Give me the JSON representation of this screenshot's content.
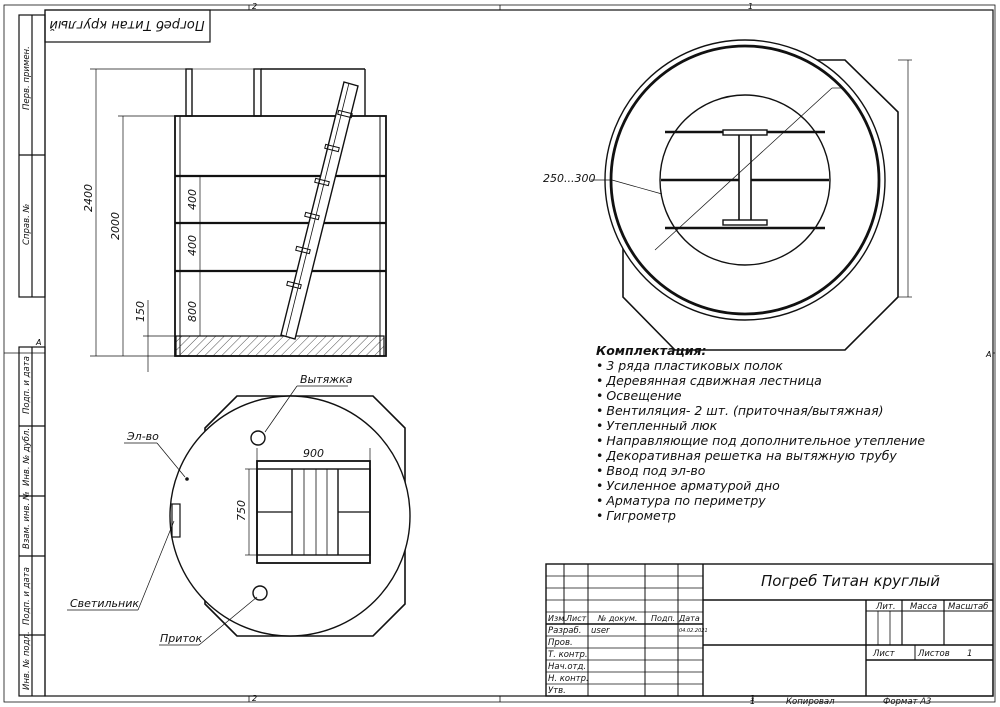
{
  "drawing": {
    "title": "Погреб Титан круглый",
    "mirrored_title": "Погреб Титан круглый"
  },
  "border": {
    "top_zones": [
      "2",
      "1"
    ],
    "bottom_zones": [
      "2",
      "1"
    ],
    "side_zone": "A"
  },
  "left_strip": [
    "Перв. примен.",
    "Справ. №",
    "Подп. и дата",
    "Инв. № дубл.",
    "Взам. инв. №",
    "Подп. и дата",
    "Инв. № подл."
  ],
  "section_view": {
    "dimensions": {
      "overall": "2400",
      "height": "2000",
      "shelf_gap_1": "400",
      "shelf_gap_2": "400",
      "bottom_gap": "800",
      "base": "150"
    }
  },
  "top_view": {
    "wall_gap": "250...300"
  },
  "plan_view": {
    "labels": {
      "exhaust": "Вытяжка",
      "electric": "Эл-во",
      "lamp": "Светильник",
      "supply": "Приток"
    },
    "dimensions": {
      "width": "900",
      "depth": "750"
    }
  },
  "spec": {
    "title": "Комплектация:",
    "items": [
      "3 ряда пластиковых полок",
      "Деревянная сдвижная лестница",
      "Освещение",
      "Вентиляция- 2 шт. (приточная/вытяжная)",
      "Утепленный люк",
      "Направляющие под дополнительное утепление",
      "Декоративная решетка на вытяжную трубу",
      "Ввод под эл-во",
      "Усиленное арматурой дно",
      "Арматура по периметру",
      "Гигрометр"
    ]
  },
  "title_block": {
    "col_headers": [
      "Изм.",
      "Лист",
      "№ докум.",
      "Подп.",
      "Дата"
    ],
    "rows": [
      {
        "label": "Разраб.",
        "name": "user",
        "date": "04.02.2021"
      },
      {
        "label": "Пров.",
        "name": "",
        "date": ""
      },
      {
        "label": "Т. контр.",
        "name": "",
        "date": ""
      },
      {
        "label": "Нач.отд.",
        "name": "",
        "date": ""
      },
      {
        "label": "Н. контр.",
        "name": "",
        "date": ""
      },
      {
        "label": "Утв.",
        "name": "",
        "date": ""
      }
    ],
    "lit": "Лит.",
    "mass": "Масса",
    "scale": "Масштаб",
    "sheet": "Лист",
    "sheets": "Листов",
    "sheets_value": "1"
  },
  "footer": {
    "sheet_no": "1",
    "copied": "Копировал",
    "format": "Формат A3"
  }
}
